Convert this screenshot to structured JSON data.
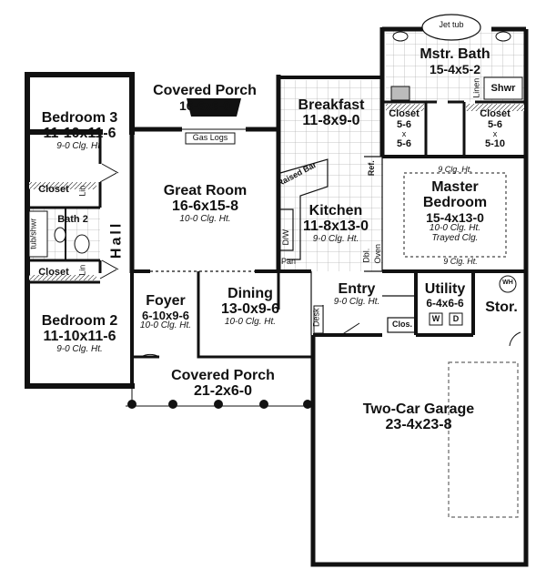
{
  "rooms": {
    "covered_porch_top": {
      "name": "Covered Porch",
      "dims": "16-6x6-0"
    },
    "gas_logs": "Gas Logs",
    "bedroom3": {
      "name": "Bedroom 3",
      "dims": "11-10x11-6",
      "ceiling": "9-0 Clg. Ht."
    },
    "great_room": {
      "name": "Great Room",
      "dims": "16-6x15-8",
      "ceiling": "10-0 Clg. Ht."
    },
    "breakfast": {
      "name": "Breakfast",
      "dims": "11-8x9-0"
    },
    "kitchen": {
      "name": "Kitchen",
      "dims": "11-8x13-0",
      "ceiling": "9-0 Clg. Ht."
    },
    "raised_bar": "Raised Bar",
    "ref": "Ref.",
    "dw": "D/W",
    "dbl_oven_1": "Dbl.",
    "dbl_oven_2": "Oven",
    "pan": "Pan",
    "master_bath": {
      "name": "Mstr. Bath",
      "dims": "15-4x5-2"
    },
    "jet_tub": "Jet tub",
    "linen": "Linen",
    "shwr": "Shwr",
    "closet_left": {
      "name": "Closet",
      "dims1": "5-6",
      "x": "x",
      "dims2": "5-6"
    },
    "closet_right": {
      "name": "Closet",
      "dims1": "5-6",
      "x": "x",
      "dims2": "5-10"
    },
    "master_bedroom": {
      "name1": "Master",
      "name2": "Bedroom",
      "dims": "15-4x13-0",
      "ceiling": "10-0 Clg. Ht.",
      "trayed": "Trayed Clg."
    },
    "clg_top": "9 Clg. Ht.",
    "clg_bottom": "9 Clg. Ht.",
    "closet_b3": "Closet",
    "lin_top": "Lin",
    "bath2": "Bath 2",
    "tub_shwr": "tub/shwr",
    "hall": "Hall",
    "closet_b2": "Closet",
    "lin_bottom": "Lin",
    "bedroom2": {
      "name": "Bedroom 2",
      "dims": "11-10x11-6",
      "ceiling": "9-0 Clg. Ht."
    },
    "foyer": {
      "name": "Foyer",
      "dims": "6-10x9-6",
      "ceiling": "10-0 Clg. Ht."
    },
    "dining": {
      "name": "Dining",
      "dims": "13-0x9-6",
      "ceiling": "10-0 Clg. Ht."
    },
    "entry": {
      "name": "Entry",
      "ceiling": "9-0 Clg. Ht."
    },
    "desk": "Desk",
    "clos": "Clos.",
    "utility": {
      "name": "Utility",
      "dims": "6-4x6-6"
    },
    "washer": "W",
    "dryer": "D",
    "water_heater": "WH",
    "storage": "Stor.",
    "covered_porch_front": {
      "name": "Covered Porch",
      "dims": "21-2x6-0"
    },
    "garage": {
      "name": "Two-Car Garage",
      "dims": "23-4x23-8"
    }
  }
}
